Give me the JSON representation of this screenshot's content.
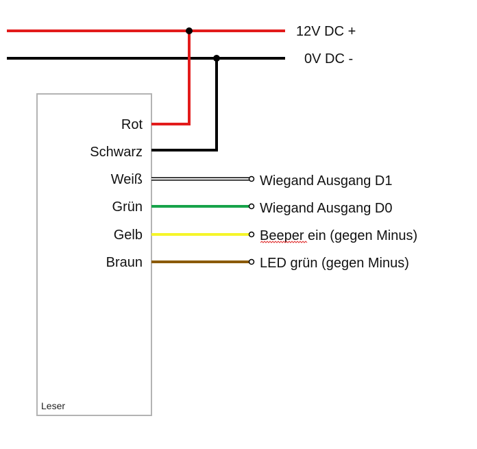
{
  "rails": {
    "positive": {
      "label": "12V DC +",
      "color": "#e21b1b"
    },
    "negative": {
      "label": "0V DC -",
      "color": "#000000"
    }
  },
  "device": {
    "label": "Leser",
    "border_color": "#b3b3b3"
  },
  "wires": [
    {
      "name": "Rot",
      "color": "#e21b1b"
    },
    {
      "name": "Schwarz",
      "color": "#000000"
    },
    {
      "name": "Weiß",
      "color": "#ffffff",
      "outline": "#000000"
    },
    {
      "name": "Grün",
      "color": "#17a34a"
    },
    {
      "name": "Gelb",
      "color": "#f5f52a"
    },
    {
      "name": "Braun",
      "color": "#8b5a00"
    }
  ],
  "outputs": [
    {
      "wire": "Weiß",
      "label": "Wiegand Ausgang D1"
    },
    {
      "wire": "Grün",
      "label": "Wiegand Ausgang D0"
    },
    {
      "wire": "Gelb",
      "label": "Beeper ein (gegen Minus)"
    },
    {
      "wire": "Braun",
      "label": "LED grün (gegen Minus)"
    }
  ]
}
